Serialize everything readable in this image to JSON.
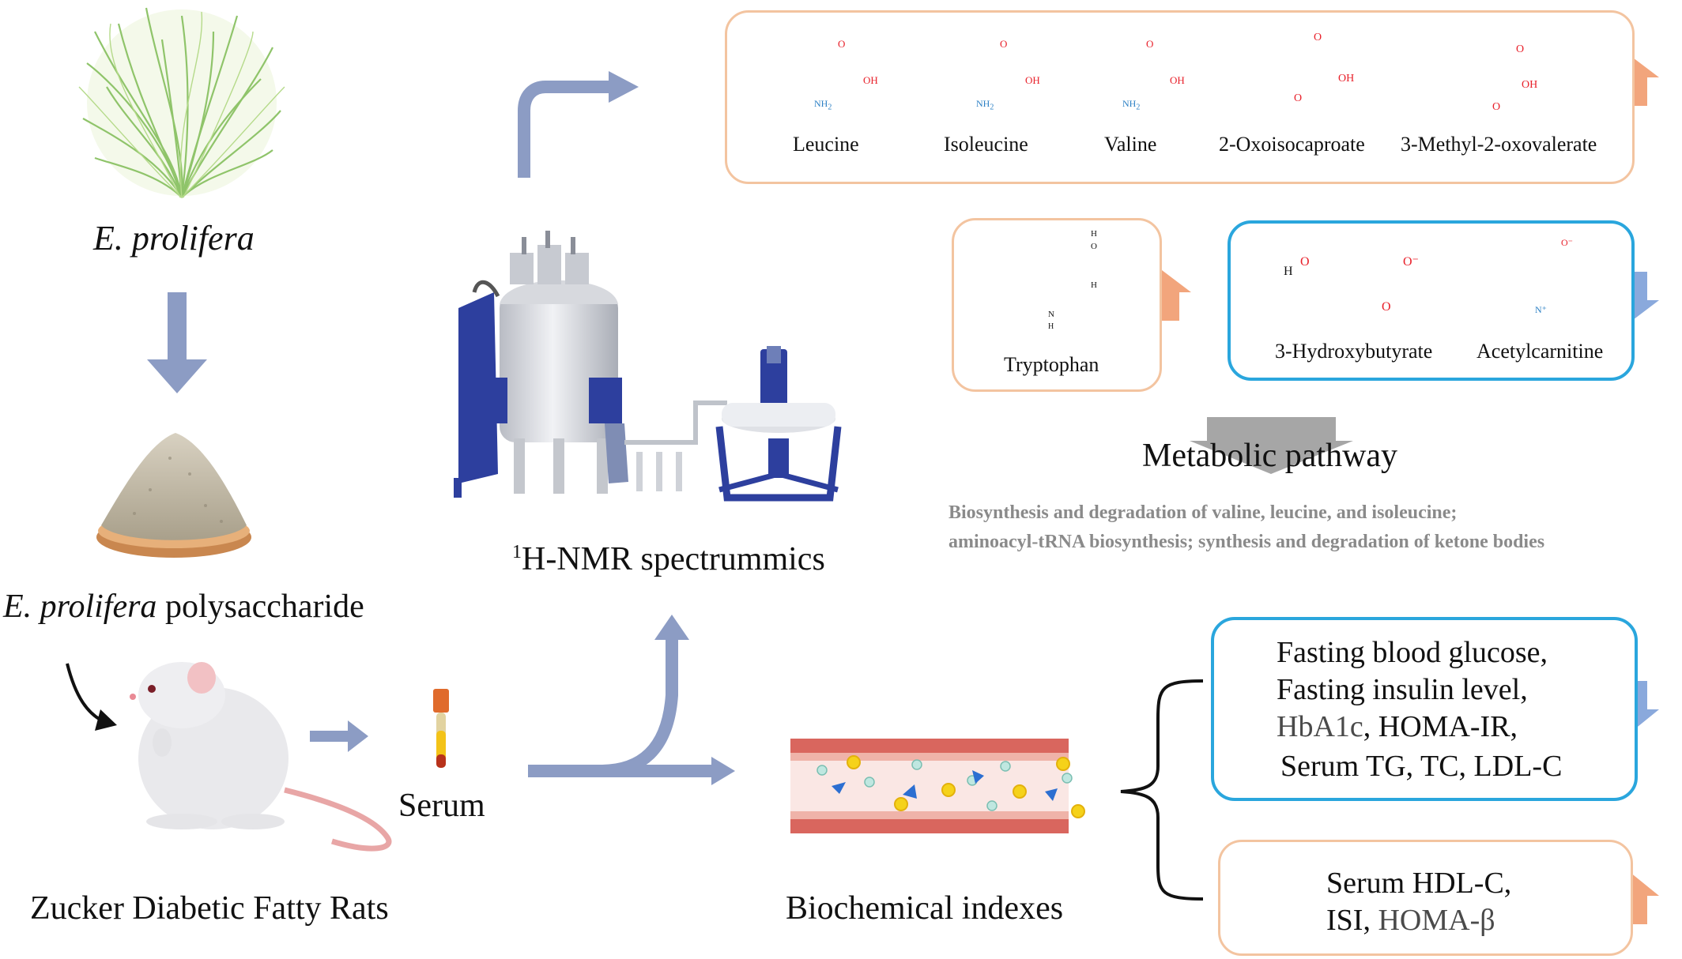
{
  "left_column": {
    "plant_label": "E. prolifera",
    "powder_label_italic": "E. prolifera",
    "powder_label_rest": " polysaccharide",
    "rat_label": "Zucker Diabetic Fatty Rats",
    "serum_label": "Serum"
  },
  "nmr": {
    "label_sup": "1",
    "label_rest": "H-NMR spectrummics"
  },
  "biochem": {
    "label": "Biochemical indexes"
  },
  "upregulated_metabolites": [
    "Leucine",
    "Isoleucine",
    "Valine",
    "2-Oxoisocaproate",
    "3-Methyl-2-oxovalerate"
  ],
  "tryptophan": {
    "name": "Tryptophan"
  },
  "downregulated_metabolites": [
    "3-Hydroxybutyrate",
    "Acetylcarnitine"
  ],
  "chem_atoms": {
    "oh": "OH",
    "o": "O",
    "nh2": "NH",
    "nh2_sub": "2",
    "h": "H",
    "n": "N",
    "ominus": "O⁻",
    "nplus": "N⁺"
  },
  "pathway": {
    "title": "Metabolic pathway",
    "line1": "Biosynthesis and degradation of valine, leucine, and isoleucine;",
    "line2": "aminoacyl-tRNA biosynthesis; synthesis and degradation of ketone bodies"
  },
  "decreased_indexes": {
    "line1": "Fasting blood glucose,",
    "line2": "Fasting insulin level,",
    "line3a": "HbA1c",
    "line3b": ", HOMA-IR,",
    "line4": "Serum TG, TC, LDL-C"
  },
  "increased_indexes": {
    "line1": "Serum HDL-C,",
    "line2a": "ISI, ",
    "line2b": "HOMA-β"
  },
  "colors": {
    "flow_arrow": "#8c9cc4",
    "up_arrow": "#f2a57c",
    "down_arrow": "#8aa9dc",
    "orange_box": "#f3c4a0",
    "blue_box": "#2aa6dd",
    "nmr_blue": "#2d3f9e",
    "vessel_red": "#d9665e",
    "oxygen_red": "#e8202a",
    "nitrogen_blue": "#2a7fc4"
  }
}
